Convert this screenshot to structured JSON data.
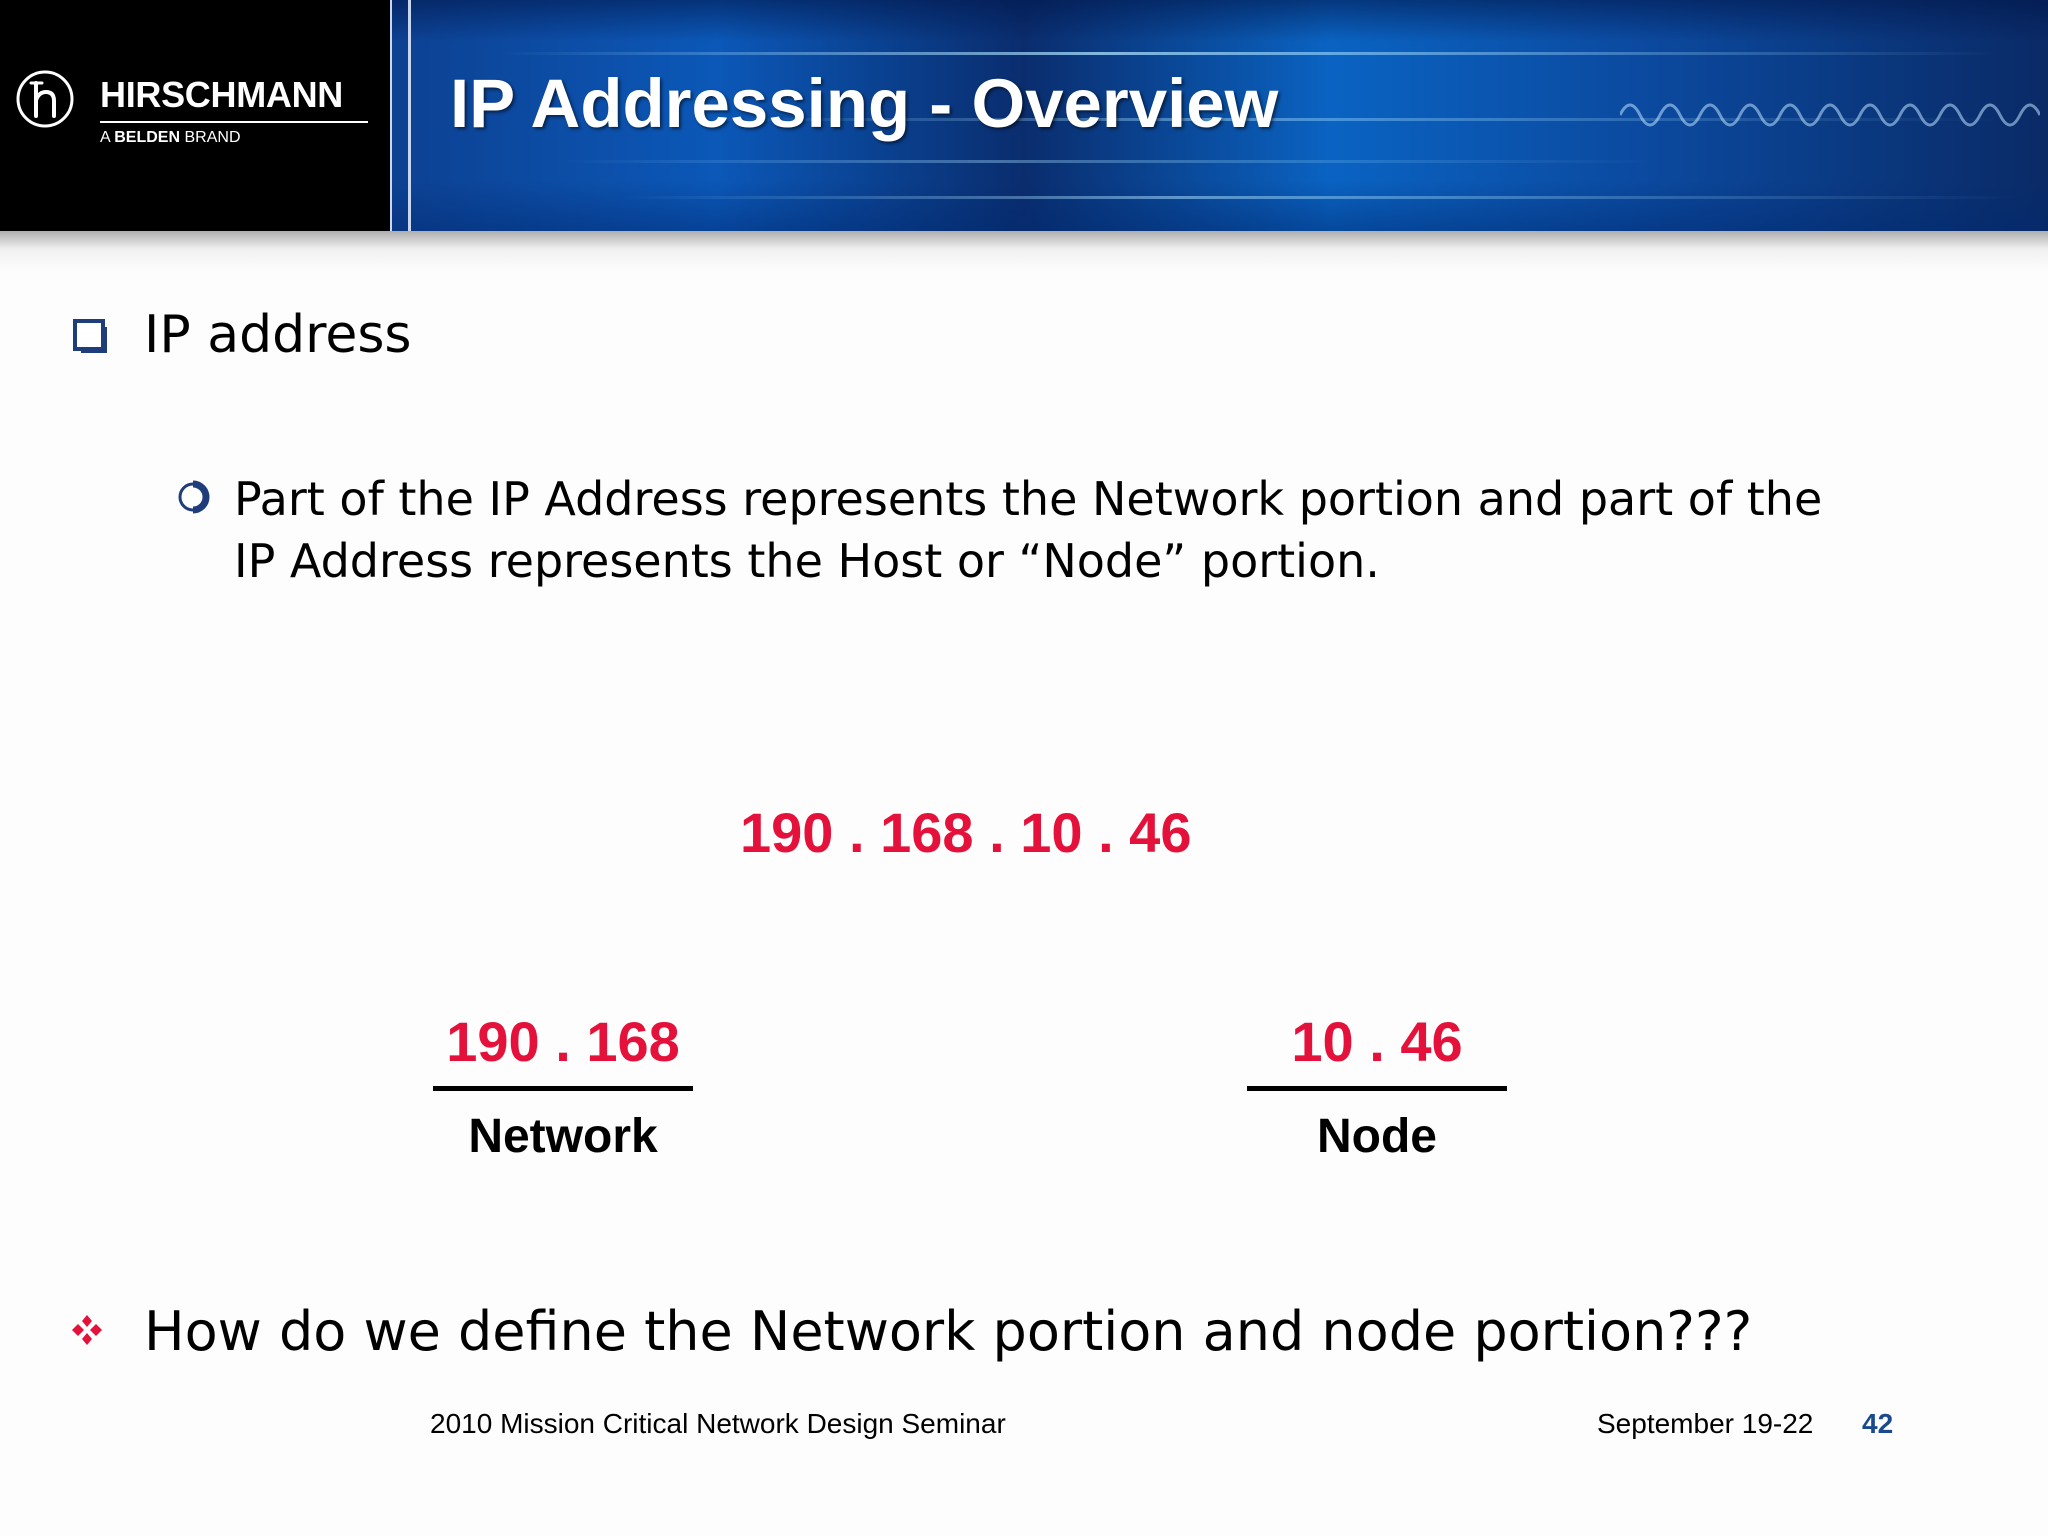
{
  "header": {
    "brand_name": "HIRSCHMANN",
    "brand_tagline_prefix": "A",
    "brand_tagline_bold": "BELDEN",
    "brand_tagline_suffix": "BRAND",
    "title": "IP Addressing - Overview"
  },
  "content": {
    "level1_bullet": "IP address",
    "level2_bullet": "Part of the IP Address represents the Network portion and part of the IP Address represents the Host or “Node” portion.",
    "ip_full": "190 . 168 . 10 . 46",
    "network_part": {
      "value": "190 . 168",
      "label": "Network"
    },
    "node_part": {
      "value": "10 . 46",
      "label": "Node"
    },
    "question": "How do we define the Network portion and node portion???"
  },
  "footer": {
    "seminar": "2010 Mission Critical Network Design Seminar",
    "date": "September 19-22",
    "page_number": "42"
  },
  "colors": {
    "accent_red": "#e4113b",
    "header_blue": "#0b58b8",
    "bullet_navy": "#1f3d7a",
    "page_number_blue": "#1a4a8e"
  },
  "icons": {
    "brand": "hirschmann-h-logo-icon",
    "level1": "hollow-square-bullet-icon",
    "level2": "circle-bullet-icon",
    "question": "four-diamond-bullet-icon"
  }
}
